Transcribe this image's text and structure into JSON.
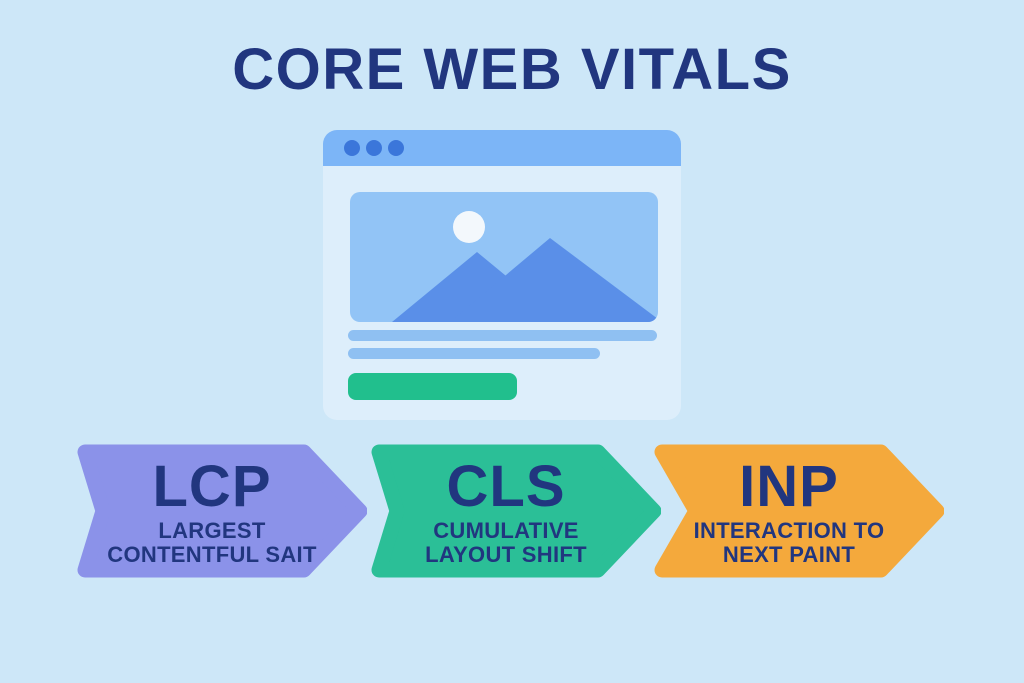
{
  "title": "CORE WEB VITALS",
  "palette": {
    "background": "#cde7f8",
    "heading_text": "#21367f",
    "browser_titlebar": "#7cb5f7",
    "browser_dot": "#3b76da",
    "browser_body": "#ddeefb",
    "image_placeholder": "#92c4f6",
    "mountain": "#5a8fe8",
    "sun": "#f3f8fc",
    "skeleton_line": "#8fc0f2",
    "button_placeholder": "#21bf8d"
  },
  "vitals": [
    {
      "abbr": "LCP",
      "line1": "LARGEST",
      "line2": "CONTENTFUL SAIT",
      "color": "#8b92e9"
    },
    {
      "abbr": "CLS",
      "line1": "CUMULATIVE",
      "line2": "LAYOUT SHIFT",
      "color": "#2bbf97"
    },
    {
      "abbr": "INP",
      "line1": "INTERACTION TO",
      "line2": "NEXT PAINT",
      "color": "#f4a93c"
    }
  ]
}
